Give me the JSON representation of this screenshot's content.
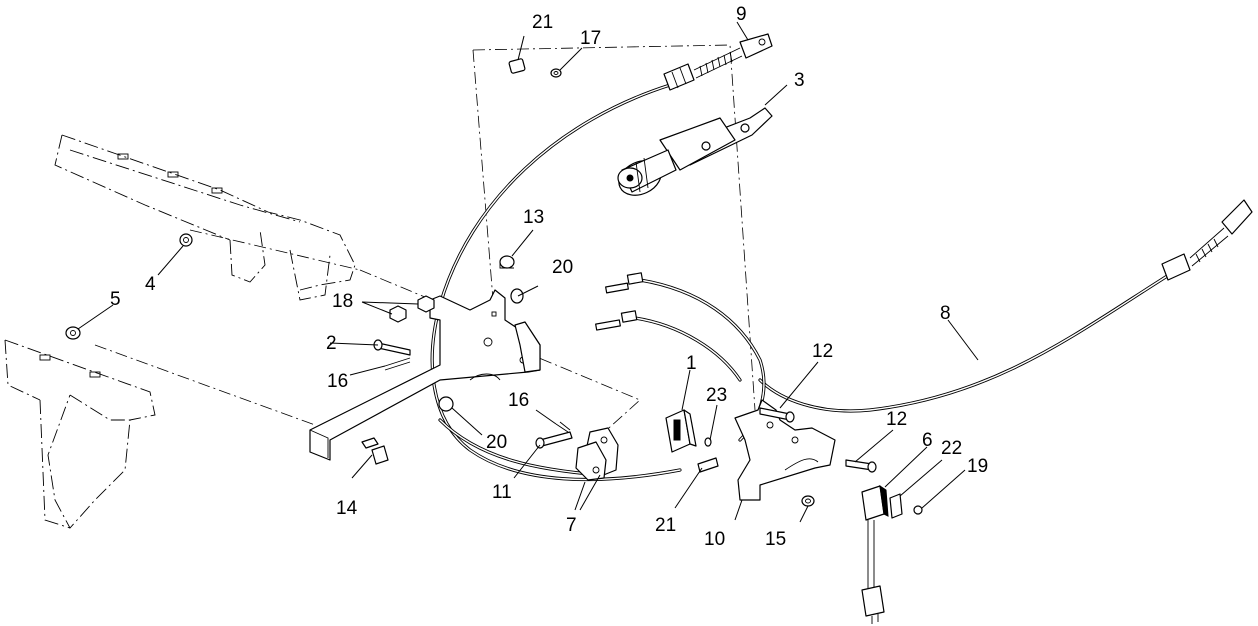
{
  "callouts": {
    "c1": "1",
    "c2": "2",
    "c3": "3",
    "c4": "4",
    "c5": "5",
    "c6": "6",
    "c7": "7",
    "c8": "8",
    "c9": "9",
    "c10": "10",
    "c11": "11",
    "c12a": "12",
    "c12b": "12",
    "c13": "13",
    "c14": "14",
    "c15": "15",
    "c16a": "16",
    "c16b": "16",
    "c17": "17",
    "c18": "18",
    "c19": "19",
    "c20a": "20",
    "c20b": "20",
    "c21a": "21",
    "c21b": "21",
    "c22": "22",
    "c23": "23"
  }
}
